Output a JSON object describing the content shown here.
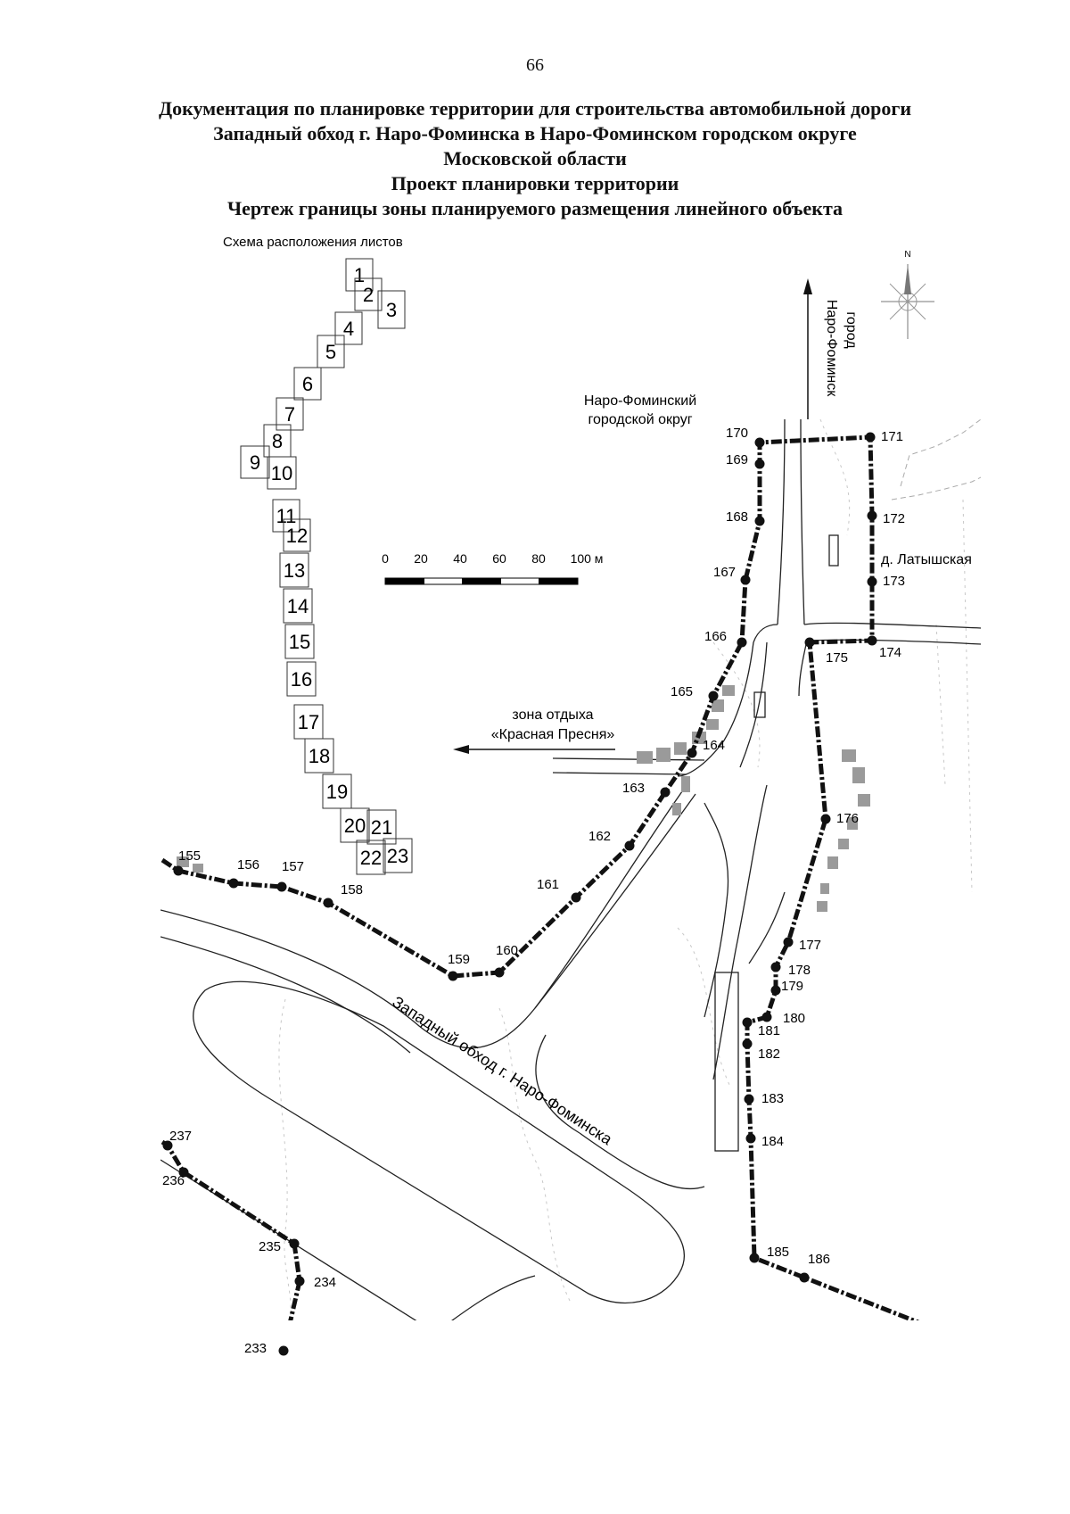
{
  "page_number": "66",
  "title_lines": [
    "Документация по планировке территории для строительства автомобильной дороги",
    "Западный обход г. Наро-Фоминска в Наро-Фоминском городском округе",
    "Московской области",
    "Проект планировки территории",
    "Чертеж границы зоны планируемого размещения линейного объекта"
  ],
  "sheet_scheme": {
    "label": "Схема расположения листов",
    "sheets": [
      "1",
      "2",
      "3",
      "4",
      "5",
      "6",
      "7",
      "8",
      "9",
      "10",
      "11",
      "12",
      "13",
      "14",
      "15",
      "16",
      "17",
      "18",
      "19",
      "20",
      "21",
      "22",
      "23"
    ]
  },
  "scale_bar": {
    "ticks": [
      "0",
      "20",
      "40",
      "60",
      "80",
      "100 м"
    ]
  },
  "north_arrow": {
    "label": "N",
    "icon": "compass-rose-icon"
  },
  "labels": {
    "district": [
      "Наро-Фоминский",
      "городской округ"
    ],
    "city_direction": [
      "город",
      "Наро-Фоминск"
    ],
    "village": "д. Латышская",
    "recreation": [
      "зона отдыха",
      "«Красная Пресня»"
    ],
    "road_name": "Западный обход г. Наро-Фоминска"
  },
  "boundary_points": [
    "155",
    "156",
    "157",
    "158",
    "159",
    "160",
    "161",
    "162",
    "163",
    "164",
    "165",
    "166",
    "167",
    "168",
    "169",
    "170",
    "171",
    "172",
    "173",
    "174",
    "175",
    "176",
    "177",
    "178",
    "179",
    "180",
    "181",
    "182",
    "183",
    "184",
    "185",
    "186",
    "233",
    "234",
    "235",
    "236",
    "237"
  ],
  "colors": {
    "boundary": "#111111",
    "building": "#9a9a9a",
    "road": "#222222"
  }
}
